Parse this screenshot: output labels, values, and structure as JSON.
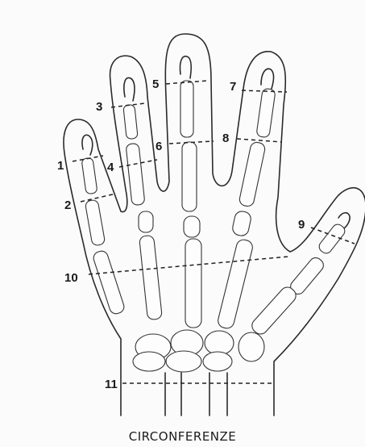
{
  "figure": {
    "caption": "CIRCONFERENZE",
    "labels": [
      "1",
      "2",
      "3",
      "4",
      "5",
      "6",
      "7",
      "8",
      "9",
      "10",
      "11"
    ]
  }
}
